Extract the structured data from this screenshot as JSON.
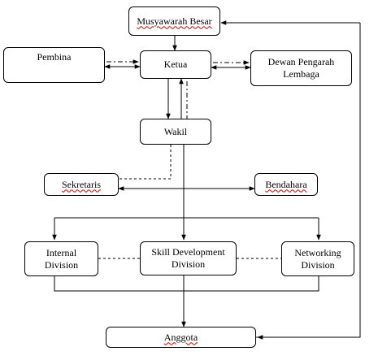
{
  "nodes": {
    "musyawarah_besar": "Musyawarah Besar",
    "ketua": "Ketua",
    "pembina": "Pembina",
    "dewan_pengarah": "Dewan Pengarah Lembaga",
    "wakil": "Wakil",
    "sekretaris": "Sekretaris",
    "bendahara": "Bendahara",
    "internal_division": "Internal Division",
    "skill_development_division": "Skill Development Division",
    "networking_division": "Networking Division",
    "anggota": "Anggota"
  },
  "colors": {
    "stroke": "#000000",
    "spellcheck_underline": "#d40000"
  }
}
